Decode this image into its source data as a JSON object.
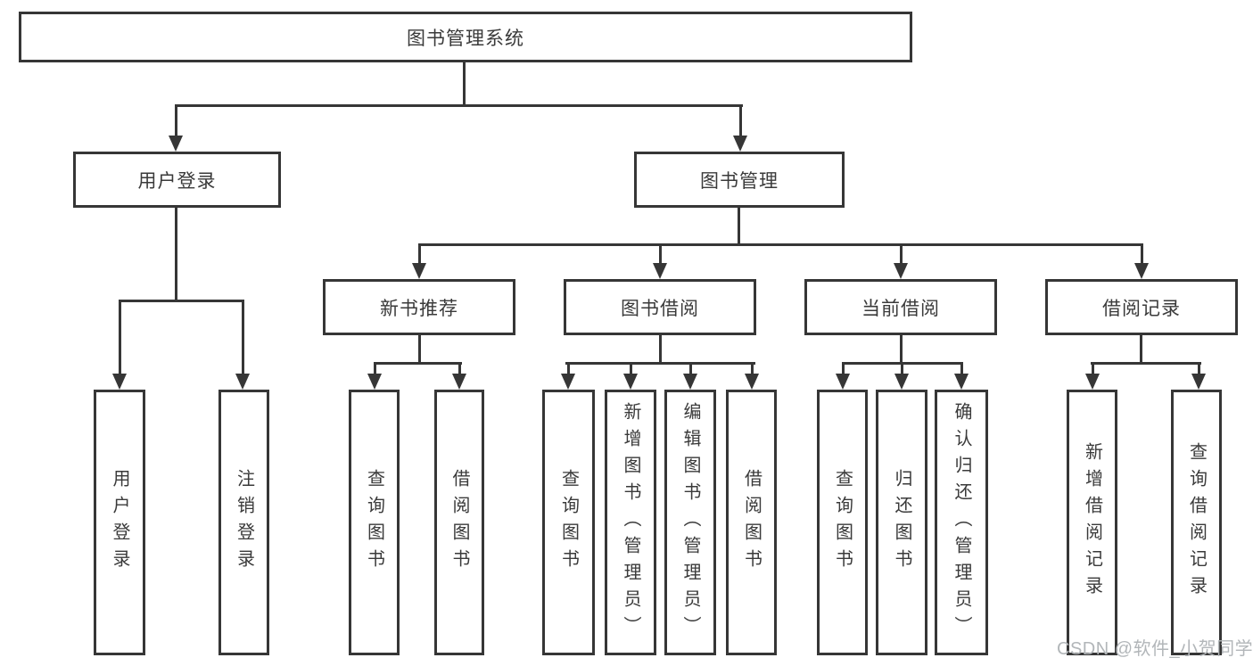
{
  "tree": {
    "label": "图书管理系统",
    "children": [
      {
        "label": "用户登录",
        "children": [
          {
            "label": "用户登录"
          },
          {
            "label": "注销登录"
          }
        ]
      },
      {
        "label": "图书管理",
        "children": [
          {
            "label": "新书推荐",
            "children": [
              {
                "label": "查询图书"
              },
              {
                "label": "借阅图书"
              }
            ]
          },
          {
            "label": "图书借阅",
            "children": [
              {
                "label": "查询图书"
              },
              {
                "label": "新增图书（管理员）"
              },
              {
                "label": "编辑图书（管理员）"
              },
              {
                "label": "借阅图书"
              }
            ]
          },
          {
            "label": "当前借阅",
            "children": [
              {
                "label": "查询图书"
              },
              {
                "label": "归还图书"
              },
              {
                "label": "确认归还（管理员）"
              }
            ]
          },
          {
            "label": "借阅记录",
            "children": [
              {
                "label": "新增借阅记录"
              },
              {
                "label": "查询借阅记录"
              }
            ]
          }
        ]
      }
    ]
  },
  "watermark": "CSDN @软件_小贺同学",
  "colors": {
    "line": "#363636",
    "text": "#3a3a3a",
    "watermark": "#b2b6b9",
    "background": "#ffffff"
  }
}
